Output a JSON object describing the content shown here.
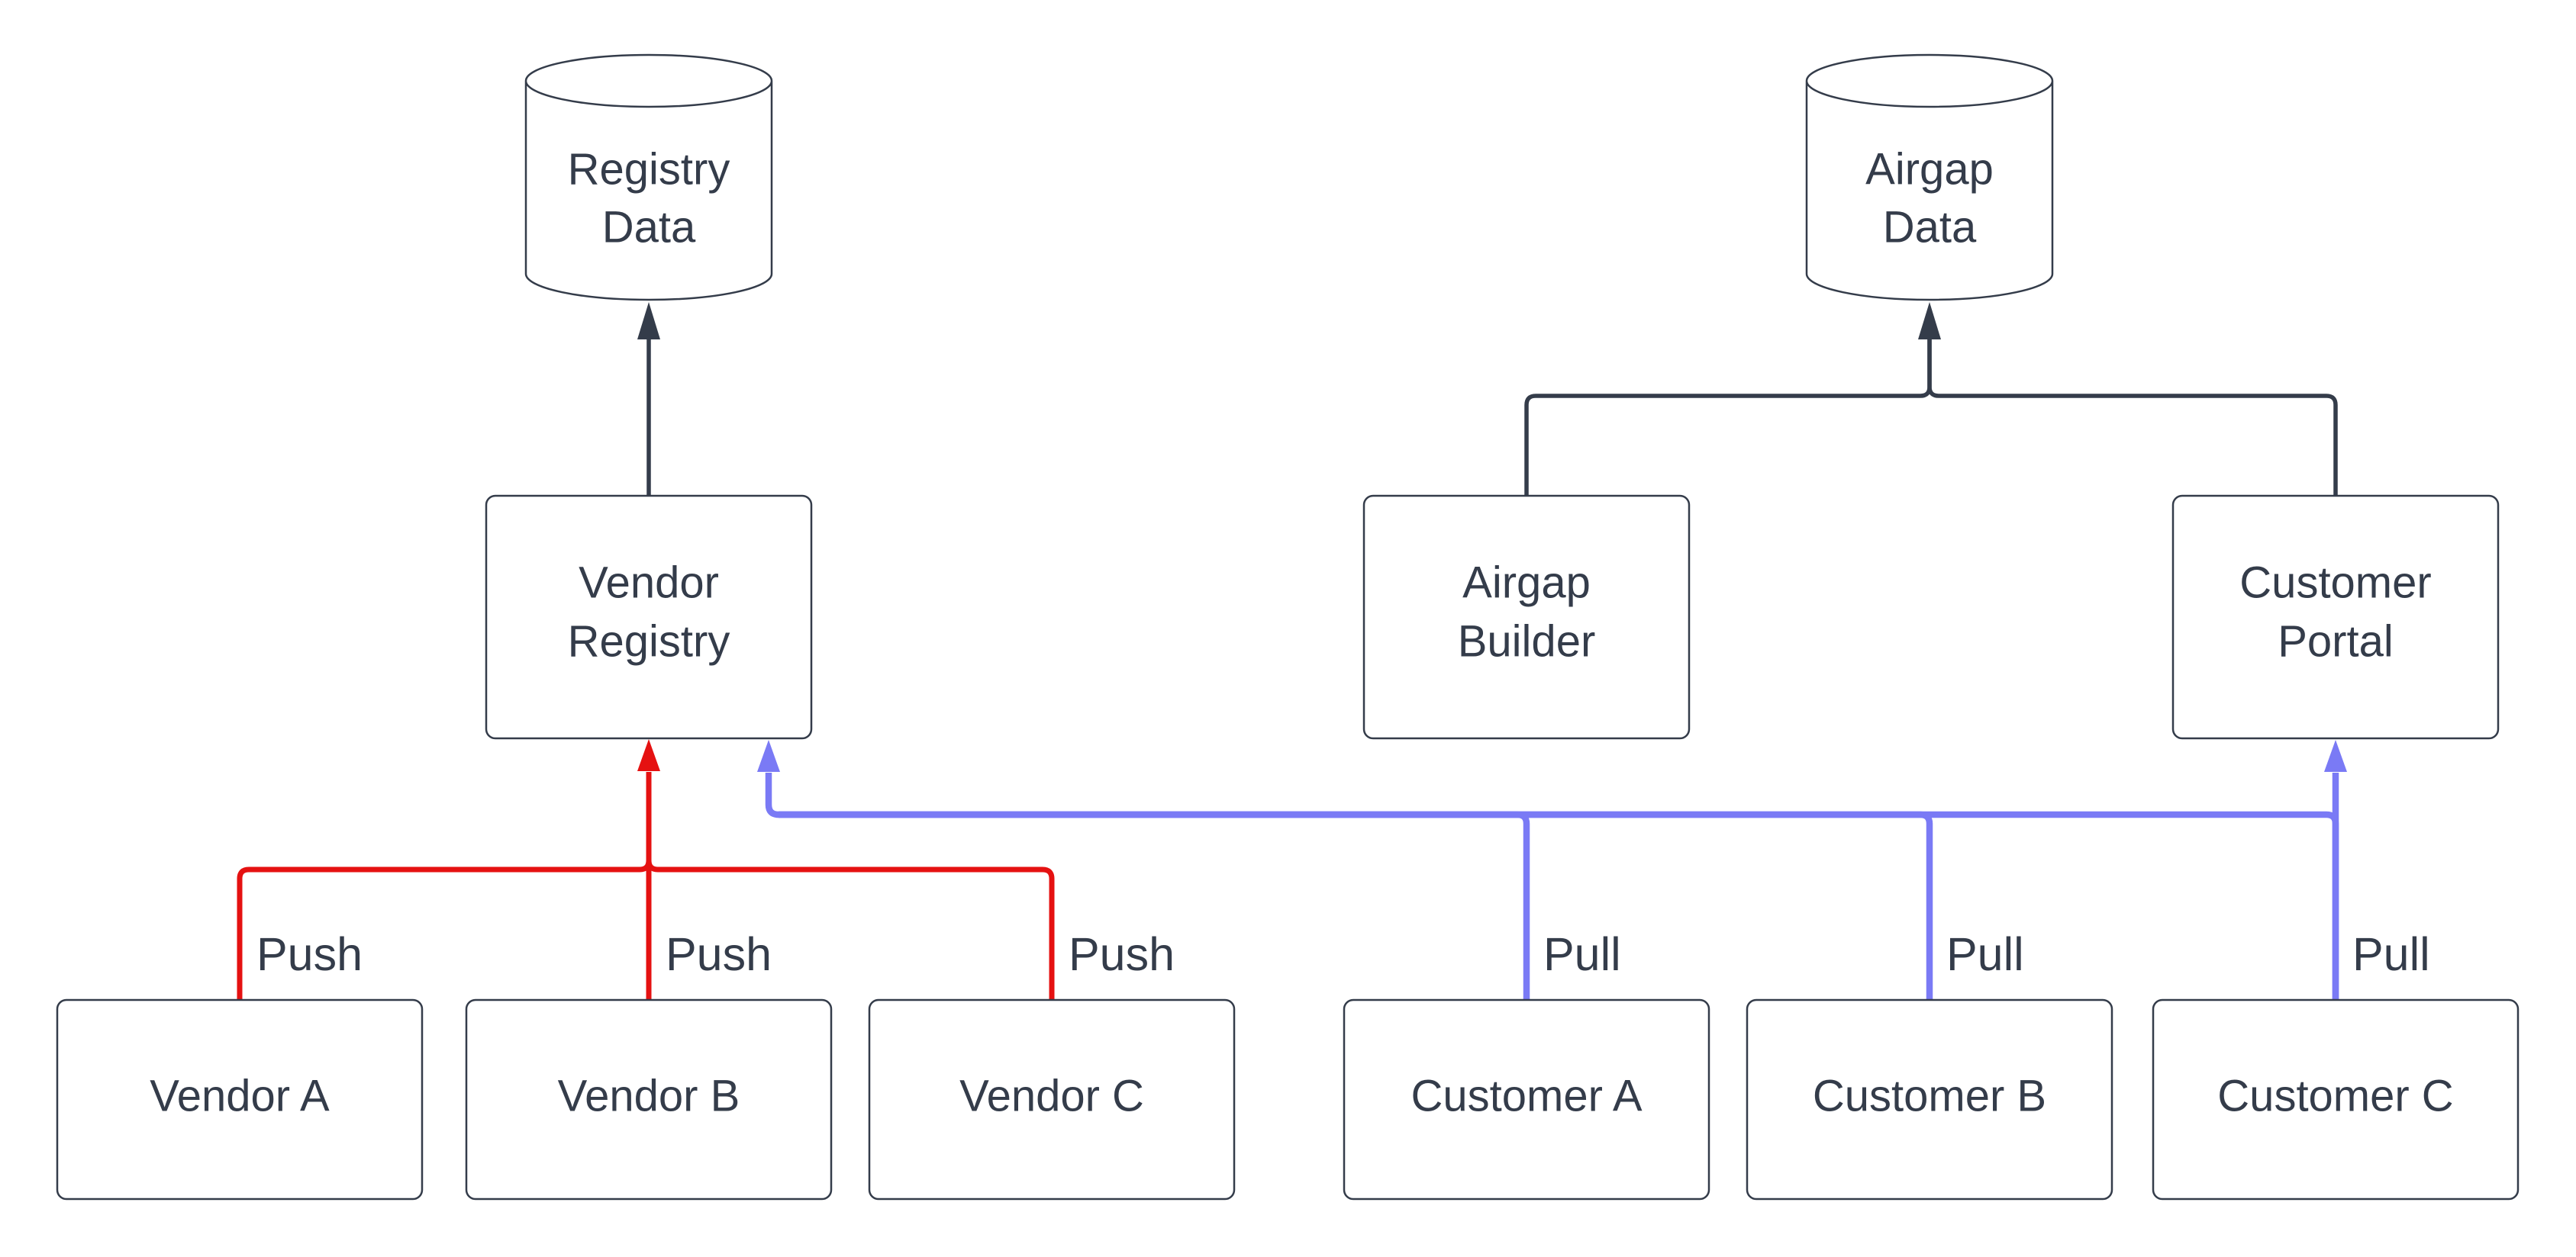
{
  "colors": {
    "ink": "#343c4a",
    "box_fill": "#ffffff",
    "push_red": "#e51111",
    "pull_blue": "#7a7af5"
  },
  "nodes": {
    "registry_data": {
      "type": "database",
      "line1": "Registry",
      "line2": "Data"
    },
    "airgap_data": {
      "type": "database",
      "line1": "Airgap",
      "line2": "Data"
    },
    "vendor_registry": {
      "type": "process",
      "line1": "Vendor",
      "line2": "Registry"
    },
    "airgap_builder": {
      "type": "process",
      "line1": "Airgap",
      "line2": "Builder"
    },
    "customer_portal": {
      "type": "process",
      "line1": "Customer",
      "line2": "Portal"
    },
    "vendor_a": {
      "type": "process",
      "label": "Vendor A"
    },
    "vendor_b": {
      "type": "process",
      "label": "Vendor B"
    },
    "vendor_c": {
      "type": "process",
      "label": "Vendor C"
    },
    "customer_a": {
      "type": "process",
      "label": "Customer A"
    },
    "customer_b": {
      "type": "process",
      "label": "Customer B"
    },
    "customer_c": {
      "type": "process",
      "label": "Customer C"
    }
  },
  "edge_labels": {
    "push": [
      "Push",
      "Push",
      "Push"
    ],
    "pull": [
      "Pull",
      "Pull",
      "Pull"
    ]
  }
}
